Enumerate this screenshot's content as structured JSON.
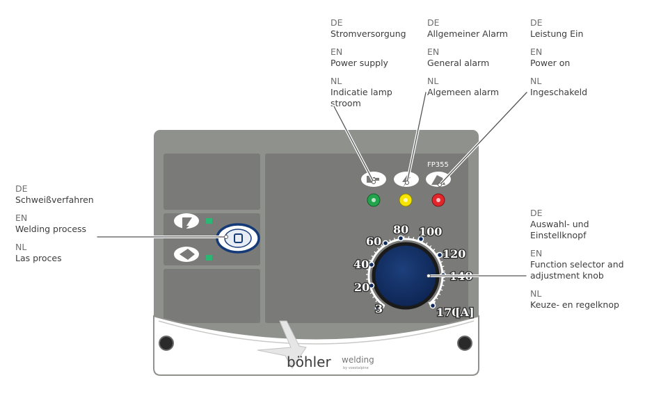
{
  "model": "FP355",
  "brand": {
    "name": "böhler",
    "suffix": "welding",
    "tagline": "by voestalpine"
  },
  "callouts": {
    "power_supply": {
      "de_code": "DE",
      "de": "Stromversorgung",
      "en_code": "EN",
      "en": "Power supply",
      "nl_code": "NL",
      "nl": "Indicatie lamp stroom"
    },
    "general_alarm": {
      "de_code": "DE",
      "de": "Allgemeiner Alarm",
      "en_code": "EN",
      "en": "General alarm",
      "nl_code": "NL",
      "nl": "Algemeen alarm"
    },
    "power_on": {
      "de_code": "DE",
      "de": "Leistung Ein",
      "en_code": "EN",
      "en": "Power on",
      "nl_code": "NL",
      "nl": "Ingeschakeld"
    },
    "welding_process": {
      "de_code": "DE",
      "de": "Schweißverfahren",
      "en_code": "EN",
      "en": "Welding process",
      "nl_code": "NL",
      "nl": "Las proces"
    },
    "function_knob": {
      "de_code": "DE",
      "de": "Auswahl- und Einstellknopf",
      "en_code": "EN",
      "en": "Function selector and adjustment knob",
      "nl_code": "NL",
      "nl": "Keuze- en regelknop"
    }
  },
  "dial": {
    "marks": [
      "3",
      "20",
      "40",
      "60",
      "80",
      "100",
      "120",
      "140",
      "170"
    ],
    "unit": "[A]"
  },
  "indicator_colors": {
    "power_supply": "#22a44a",
    "general_alarm": "#f4e400",
    "power_on": "#e3262b",
    "process_led": "#2bb673"
  },
  "icons": [
    "plug-icon",
    "alarm-bolt-icon",
    "power-on-icon",
    "electrode-process-icon",
    "tig-process-icon"
  ]
}
